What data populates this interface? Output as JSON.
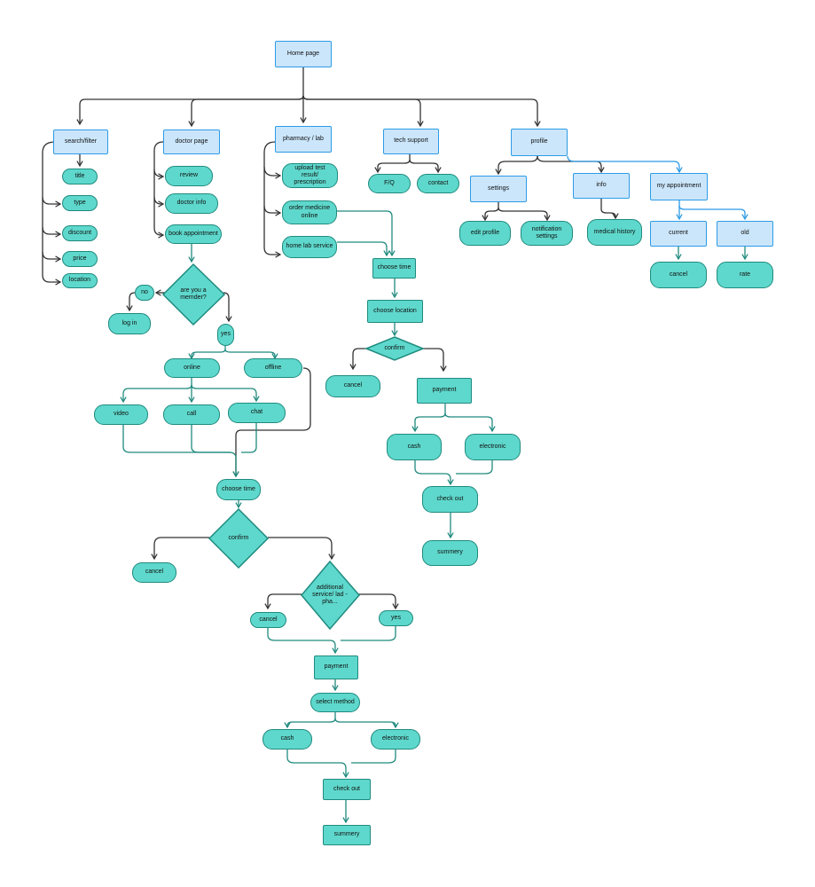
{
  "nodes": {
    "home": "Home page",
    "search": "search/filter",
    "title": "title",
    "type": "type",
    "discount": "discount",
    "price": "price",
    "location": "location",
    "doctor_page": "doctor page",
    "review": "review",
    "doctor_info": "doctor info",
    "book": "book appointment",
    "member_q": "are you a memder?",
    "no": "no",
    "login": "log in",
    "yes": "yes",
    "online": "online",
    "offline": "offline",
    "video": "video",
    "call": "call",
    "chat": "chat",
    "choose_time_d": "choose time",
    "confirm_d": "confirm",
    "cancel_d1": "cancel",
    "additional": "additional service/ lad -pha...",
    "cancel_d2": "cancel",
    "yes2": "yes",
    "payment_d": "payment",
    "select_method": "select method",
    "cash_d": "cash",
    "electronic_d": "electronic",
    "checkout_d": "check out",
    "summery_d": "summery",
    "pharmacy": "pharmacy / lab",
    "upload": "upload test result/ prescription",
    "order": "order medicine online",
    "home_lab": "home lab service",
    "choose_time_p": "choose time",
    "choose_location": "choose location",
    "confirm_p": "confirm",
    "cancel_p": "cancel",
    "payment_p": "payment",
    "cash_p": "cash",
    "electronic_p": "electronic",
    "checkout_p": "check out",
    "summery_p": "summery",
    "tech": "tech support",
    "faq": "F/Q",
    "contact": "contact",
    "profile": "profile",
    "settings": "settings",
    "edit_profile": "edit profile",
    "notif": "notification settings",
    "info": "info",
    "medical": "medical history",
    "my_appt": "my appointment",
    "current": "current",
    "old": "old",
    "cancel_a": "cancel",
    "rate": "rate"
  },
  "colors": {
    "blue_fill": "#cbe6fb",
    "blue_stroke": "#2c9be6",
    "teal_fill": "#5ed8cc",
    "teal_stroke": "#1f8a7e",
    "connector_dark": "#333333",
    "connector_teal": "#1f8a7e",
    "connector_blue": "#2c9be6"
  }
}
